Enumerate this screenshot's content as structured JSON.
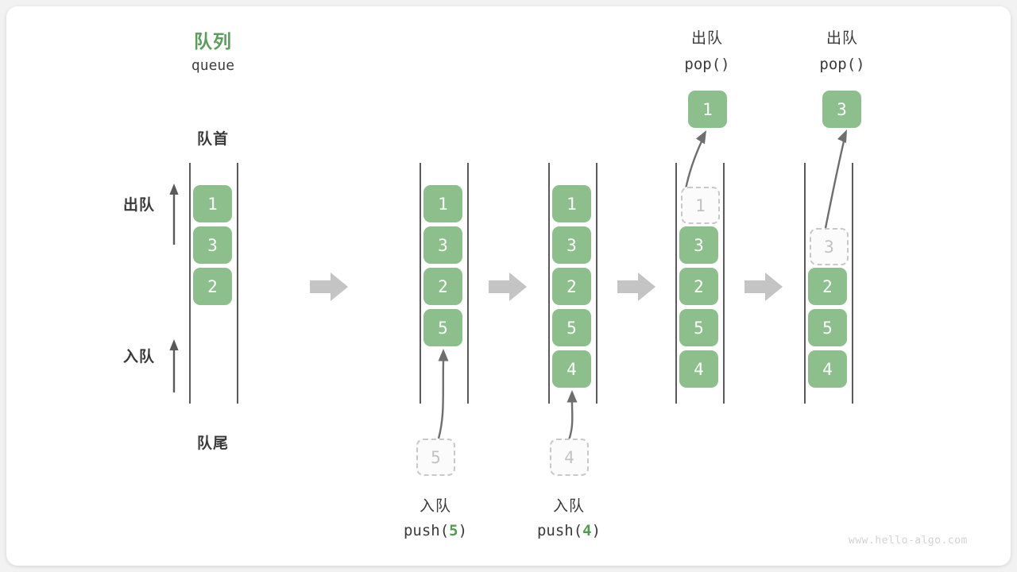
{
  "diagram": {
    "title_cn": "队列",
    "title_en": "queue",
    "front_label": "队首",
    "rear_label": "队尾",
    "dequeue_label": "出队",
    "enqueue_label": "入队",
    "watermark": "www.hello-algo.com",
    "accent_green": "#8cbf8c",
    "title_green": "#5a9e5a",
    "ghost_gray": "#c2c2c2",
    "rail_gray": "#5a5a5a",
    "arrow_gray": "#c4c4c4",
    "curve_gray": "#6e6e6e"
  },
  "stages": [
    {
      "id": "initial",
      "items": [
        "1",
        "3",
        "2"
      ],
      "ghost": null,
      "popped": null,
      "pushed": null,
      "top_cn": null,
      "top_code": null,
      "bottom_cn": null,
      "bottom_code": null
    },
    {
      "id": "push-5",
      "items": [
        "1",
        "3",
        "2",
        "5"
      ],
      "ghost": null,
      "popped": null,
      "pushed": "5",
      "top_cn": null,
      "top_code": null,
      "bottom_cn": "入队",
      "bottom_code": "push(5)",
      "bottom_code_prefix": "push(",
      "bottom_code_value": "5",
      "bottom_code_suffix": ")"
    },
    {
      "id": "push-4",
      "items": [
        "1",
        "3",
        "2",
        "5",
        "4"
      ],
      "ghost": null,
      "popped": null,
      "pushed": "4",
      "top_cn": null,
      "top_code": null,
      "bottom_cn": "入队",
      "bottom_code": "push(4)",
      "bottom_code_prefix": "push(",
      "bottom_code_value": "4",
      "bottom_code_suffix": ")"
    },
    {
      "id": "pop-1",
      "items": [
        "1",
        "3",
        "2",
        "5",
        "4"
      ],
      "ghost_index": 0,
      "ghost": "1",
      "popped": "1",
      "pushed": null,
      "top_cn": "出队",
      "top_code": "pop()",
      "bottom_cn": null,
      "bottom_code": null
    },
    {
      "id": "pop-3",
      "items": [
        "",
        "3",
        "2",
        "5",
        "4"
      ],
      "ghost_index": 1,
      "ghost": "3",
      "popped": "3",
      "pushed": null,
      "top_cn": "出队",
      "top_code": "pop()",
      "bottom_cn": null,
      "bottom_code": null
    }
  ],
  "flow_arrows": [
    {
      "name": "flow-arrow-1"
    },
    {
      "name": "flow-arrow-2"
    },
    {
      "name": "flow-arrow-3"
    },
    {
      "name": "flow-arrow-4"
    }
  ]
}
